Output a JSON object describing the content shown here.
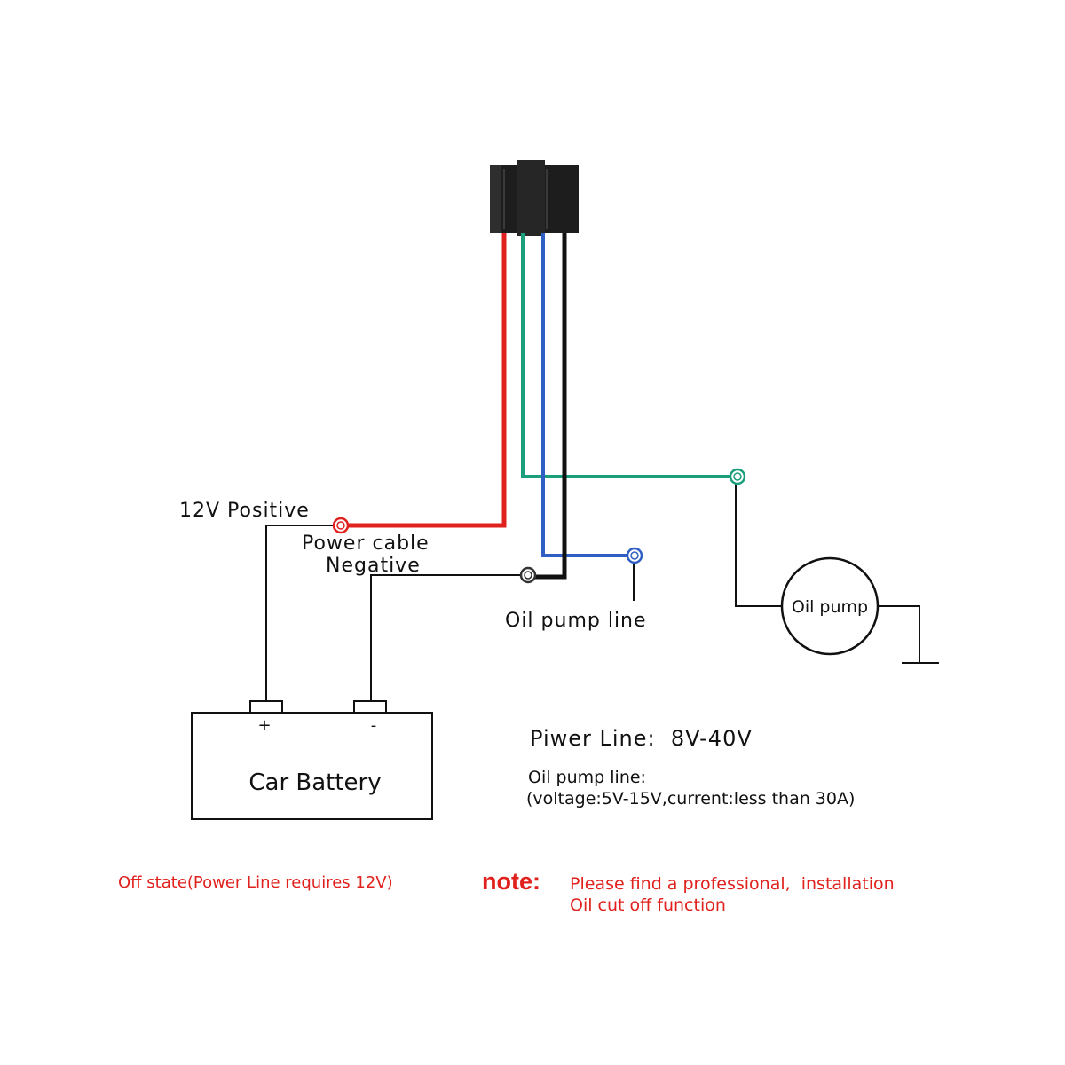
{
  "labels": {
    "positive": "12V Positive",
    "power_cable": "Power cable",
    "negative": "Negative",
    "oil_pump_line": "Oil pump line",
    "oil_pump": "Oil pump",
    "battery": "Car Battery",
    "plus": "+",
    "minus": "-"
  },
  "specs": {
    "power_line": "Piwer Line:  8V-40V",
    "oil_pump_title": "Oil pump line:",
    "oil_pump_detail": "(voltage:5V-15V,current:less than 30A)"
  },
  "footer": {
    "off_state": "Off state(Power Line requires 12V)",
    "note_label": "note:",
    "note_line1": "Please find a professional,  installation",
    "note_line2": "Oil cut off function"
  },
  "colors": {
    "red_wire": "#e0211d",
    "green_wire": "#1a9e7c",
    "blue_wire": "#2f5fc4",
    "black_wire": "#111111",
    "relay_body": "#1d1d1d"
  }
}
